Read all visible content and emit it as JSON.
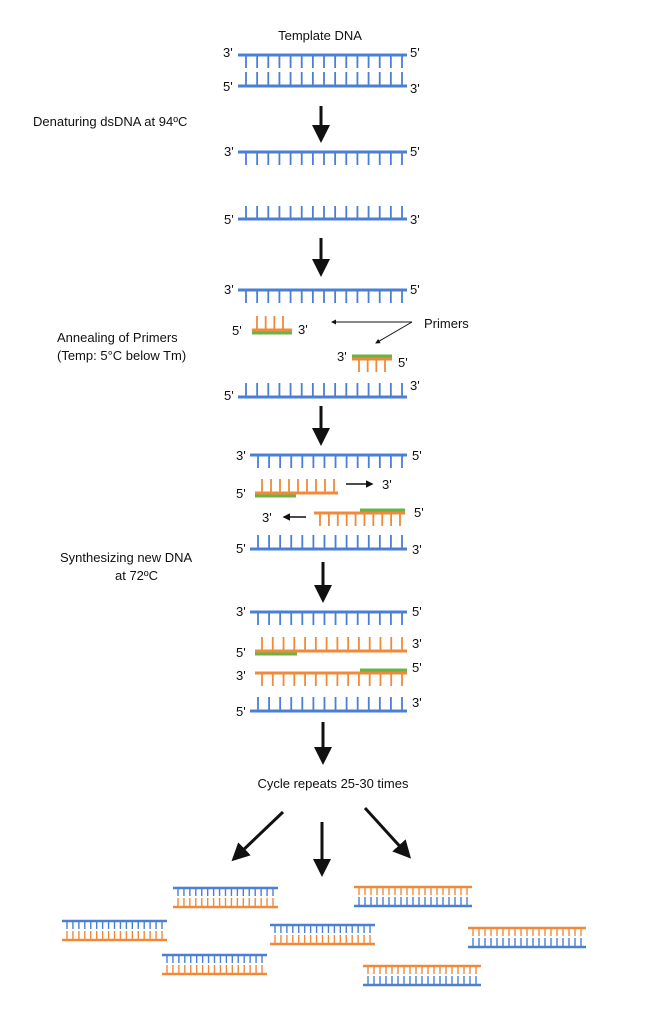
{
  "title": "Template DNA",
  "labels": {
    "three_prime": "3'",
    "five_prime": "5'"
  },
  "steps": {
    "denaturing": "Denaturing dsDNA at 94ºC",
    "annealing_line1": "Annealing of Primers",
    "annealing_line2": "(Temp: 5°C below Tm)",
    "primers": "Primers",
    "synthesizing_line1": "Synthesizing new DNA",
    "synthesizing_line2": "at 72ºC",
    "cycle": "Cycle repeats 25-30 times"
  },
  "colors": {
    "template_strand": "#4a7fd4",
    "new_strand": "#f08a3a",
    "primer": "#6ab446",
    "arrow": "#111111",
    "text": "#111111"
  }
}
